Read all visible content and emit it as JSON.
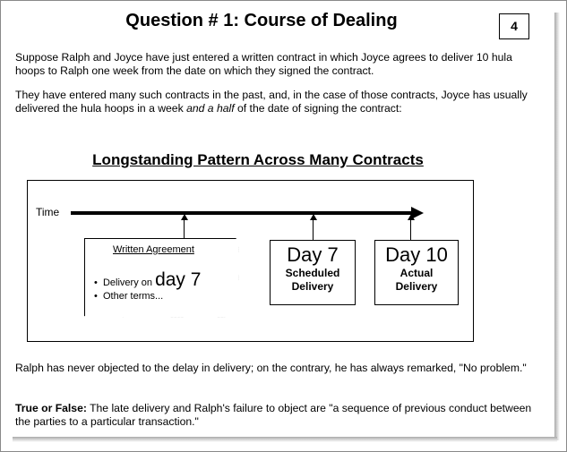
{
  "title": "Question # 1: Course of Dealing",
  "slide_number": "4",
  "paragraphs": {
    "p1": "Suppose Ralph and Joyce have just entered a written contract in which Joyce agrees to deliver 10 hula hoops to Ralph one week from the date on which they signed the contract.",
    "p2_start": "They have entered many such contracts in the past, and, in the case of those contracts, Joyce has usually delivered the hula hoops in a week ",
    "p2_italic": "and a half",
    "p2_end": " of the date of signing the contract:",
    "p3": "Ralph has never objected to the delay in delivery; on the contrary, he has always remarked, \"No problem.\"",
    "p4_bold": "True or False:",
    "p4_rest": " The late delivery and Ralph's failure to object are \"a sequence of previous conduct between the parties to a particular transaction.\""
  },
  "diagram": {
    "heading": "Longstanding Pattern Across Many Contracts",
    "time_label": "Time",
    "agreement": {
      "title": "Written Agreement",
      "bullet1_small": "Delivery on",
      "bullet1_big": "day 7",
      "bullet2": "Other terms..."
    },
    "scheduled": {
      "day": "Day 7",
      "line1": "Scheduled",
      "line2": "Delivery"
    },
    "actual": {
      "day": "Day 10",
      "line1": "Actual",
      "line2": "Delivery"
    }
  }
}
